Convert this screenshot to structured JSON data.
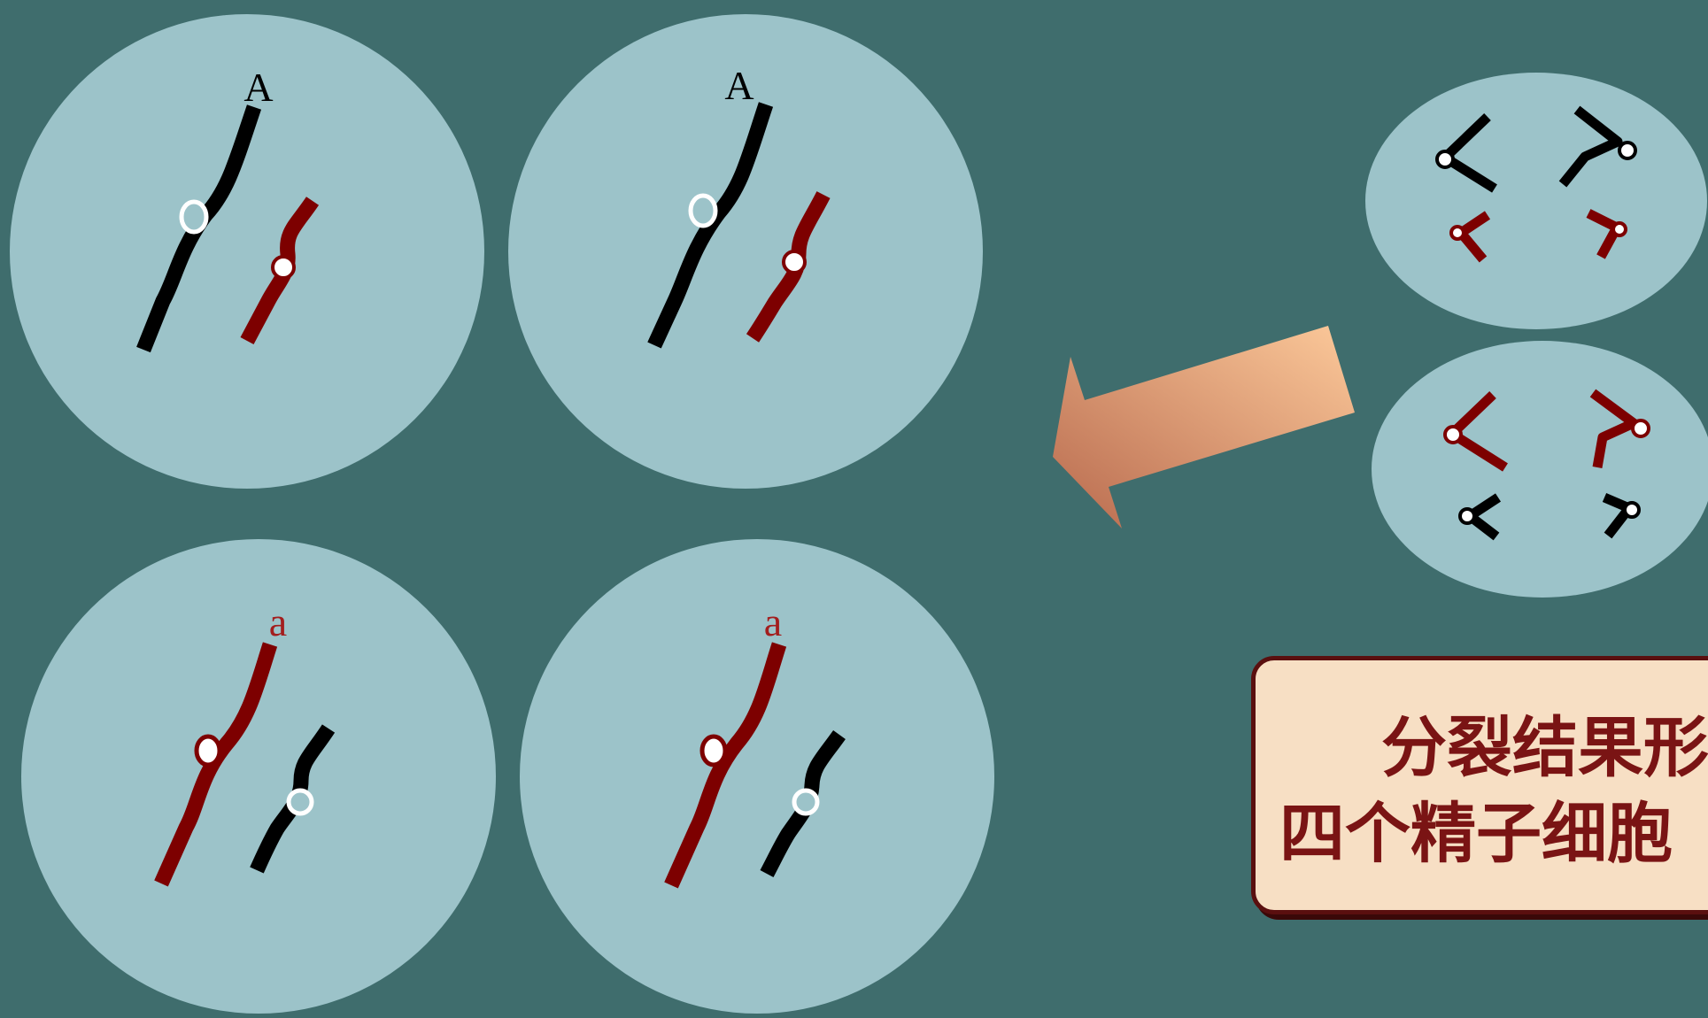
{
  "colors": {
    "background": "#3f6d6d",
    "cell": "#9cc3c9",
    "chromosome_dark": "#000000",
    "chromosome_red": "#7d0000",
    "centromere_fill": "#ffffff",
    "arrow_light": "#fcc99a",
    "arrow_dark": "#b86a4e",
    "caption_bg": "#f7dfc4",
    "caption_border": "#5a0f0f",
    "caption_text": "#7a1414",
    "label_a_upper": "#000000",
    "label_a_lower": "#a31e1e"
  },
  "cells": [
    {
      "name": "sperm-cell-1",
      "gene_label": "A",
      "long_chromosome": "black",
      "short_chromosome": "red"
    },
    {
      "name": "sperm-cell-2",
      "gene_label": "A",
      "long_chromosome": "black",
      "short_chromosome": "red"
    },
    {
      "name": "sperm-cell-3",
      "gene_label": "a",
      "long_chromosome": "red",
      "short_chromosome": "black"
    },
    {
      "name": "sperm-cell-4",
      "gene_label": "a",
      "long_chromosome": "red",
      "short_chromosome": "black"
    }
  ],
  "source_cells": [
    {
      "name": "secondary-spermatocyte-top",
      "top_row": "black",
      "bottom_row": "red"
    },
    {
      "name": "secondary-spermatocyte-bottom",
      "top_row": "red",
      "bottom_row": "black"
    }
  ],
  "arrow": {
    "direction": "left"
  },
  "caption": {
    "line1": "分裂结果形",
    "line2": "四个精子细胞"
  }
}
